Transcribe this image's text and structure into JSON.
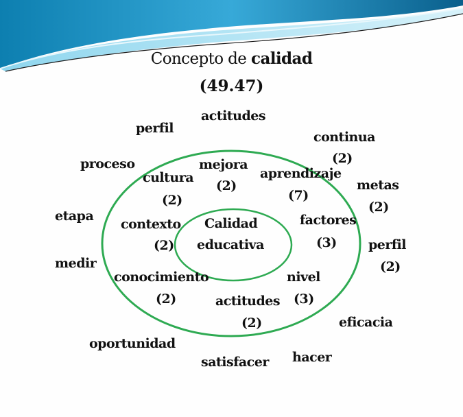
{
  "title": {
    "prefix": "Concepto de",
    "bold": "calidad",
    "value": "(49.47)"
  },
  "center": {
    "line1": "Calidad",
    "line2": "educativa"
  },
  "inner_ring": [
    {
      "word": "mejora",
      "count": "(2)"
    },
    {
      "word": "cultura",
      "count": "(2)"
    },
    {
      "word": "aprendizaje",
      "count": "(7)"
    },
    {
      "word": "contexto",
      "count": "(2)"
    },
    {
      "word": "factores",
      "count": "(3)"
    },
    {
      "word": "conocimiento",
      "count": "(2)"
    },
    {
      "word": "nivel",
      "count": "(3)"
    },
    {
      "word": "actitudes",
      "count": "(2)"
    }
  ],
  "outer": [
    {
      "word": "actitudes"
    },
    {
      "word": "perfil"
    },
    {
      "word": "continua",
      "count": "(2)"
    },
    {
      "word": "proceso"
    },
    {
      "word": "metas",
      "count": "(2)"
    },
    {
      "word": "etapa"
    },
    {
      "word": "perfil",
      "count": "(2)"
    },
    {
      "word": "medir"
    },
    {
      "word": "eficacia"
    },
    {
      "word": "oportunidad"
    },
    {
      "word": "satisfacer"
    },
    {
      "word": "hacer"
    }
  ],
  "colors": {
    "ellipse": "#2eaa52",
    "wave_dark": "#0a6e9c",
    "wave_light": "#5fc7e8",
    "wave_pale": "#c8ecf7"
  }
}
